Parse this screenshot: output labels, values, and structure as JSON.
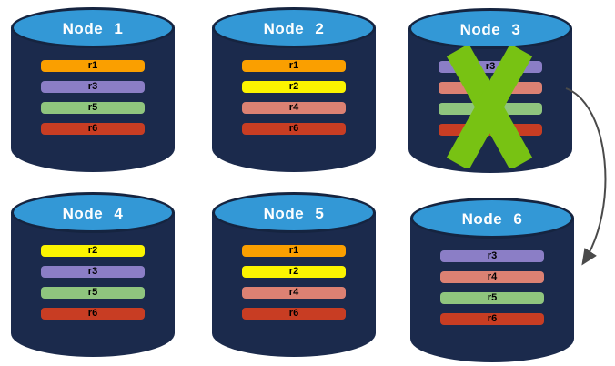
{
  "diagram": {
    "description": "Six database node cylinders with replica bars; Node 3 is crossed out and an arrow curves from Node 3 to Node 6",
    "colors": {
      "cylinder_body": "#1B2A4C",
      "cylinder_top": "#3398D6",
      "cylinder_stroke": "#152440",
      "title_text": "#FFFFFF",
      "bar_label_text": "#000000",
      "cross": "#78C213",
      "arrow": "#4A4A4A",
      "replica_colors": {
        "r1": "#FA9F00",
        "r2": "#FBF400",
        "r3": "#8B7EC6",
        "r4": "#DC8173",
        "r5": "#8FC57E",
        "r6": "#C83D23"
      }
    },
    "nodes": [
      {
        "id": "node-1",
        "label": "Node 1",
        "failed": false,
        "bars": [
          {
            "label": "r1",
            "color": "#FA9F00"
          },
          {
            "label": "r3",
            "color": "#8B7EC6"
          },
          {
            "label": "r5",
            "color": "#8FC57E"
          },
          {
            "label": "r6",
            "color": "#C83D23"
          }
        ]
      },
      {
        "id": "node-2",
        "label": "Node 2",
        "failed": false,
        "bars": [
          {
            "label": "r1",
            "color": "#FA9F00"
          },
          {
            "label": "r2",
            "color": "#FBF400"
          },
          {
            "label": "r4",
            "color": "#DC8173"
          },
          {
            "label": "r6",
            "color": "#C83D23"
          }
        ]
      },
      {
        "id": "node-3",
        "label": "Node 3",
        "failed": true,
        "bars": [
          {
            "label": "r3",
            "color": "#8B7EC6"
          },
          {
            "label": "",
            "color": "#DC8173"
          },
          {
            "label": "",
            "color": "#8FC57E"
          },
          {
            "label": "",
            "color": "#C83D23"
          }
        ]
      },
      {
        "id": "node-4",
        "label": "Node 4",
        "failed": false,
        "bars": [
          {
            "label": "r2",
            "color": "#FBF400"
          },
          {
            "label": "r3",
            "color": "#8B7EC6"
          },
          {
            "label": "r5",
            "color": "#8FC57E"
          },
          {
            "label": "r6",
            "color": "#C83D23"
          }
        ]
      },
      {
        "id": "node-5",
        "label": "Node 5",
        "failed": false,
        "bars": [
          {
            "label": "r1",
            "color": "#FA9F00"
          },
          {
            "label": "r2",
            "color": "#FBF400"
          },
          {
            "label": "r4",
            "color": "#DC8173"
          },
          {
            "label": "r6",
            "color": "#C83D23"
          }
        ]
      },
      {
        "id": "node-6",
        "label": "Node 6",
        "failed": false,
        "bars": [
          {
            "label": "r3",
            "color": "#8B7EC6"
          },
          {
            "label": "r4",
            "color": "#DC8173"
          },
          {
            "label": "r5",
            "color": "#8FC57E"
          },
          {
            "label": "r6",
            "color": "#C83D23"
          }
        ]
      }
    ],
    "arrow": {
      "from": "Node 3",
      "to": "Node 6"
    }
  }
}
